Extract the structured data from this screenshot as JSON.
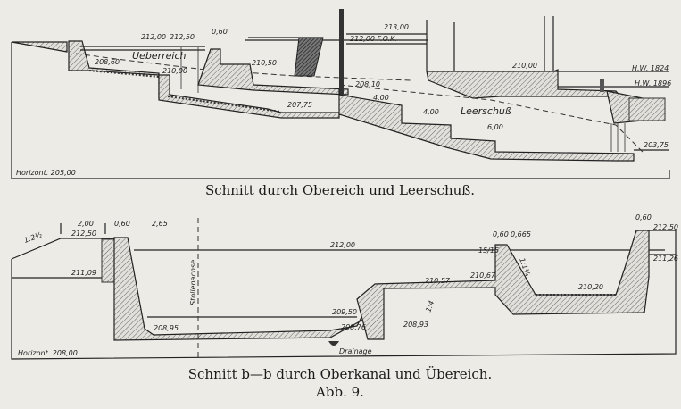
{
  "figure": {
    "number": "Abb. 9.",
    "top_section": {
      "caption": "Schnitt durch Obereich und Leerschuß.",
      "labels": {
        "ueberreich": "Ueberreich",
        "leerschuss": "Leerschuß",
        "horizont": "Horizont. 205,00",
        "elev_212_00": "212,00",
        "elev_212_50": "212,50",
        "dim_0_60": "0,60",
        "elev_208_60": "208,60",
        "elev_210_00_a": "210,00",
        "elev_210_50": "210,50",
        "elev_207_75": "207,75",
        "elev_213_00": "213,00",
        "elev_fok": "212,00 F.O.K.",
        "elev_208_10": "208,10",
        "dim_4_00_a": "4,00",
        "dim_4_00_b": "4,00",
        "dim_6_00": "6,00",
        "elev_210_00_b": "210,00",
        "hw_1824": "H.W. 1824",
        "hw_1896": "H.W. 1896",
        "elev_203_75": "203,75"
      }
    },
    "bottom_section": {
      "caption": "Schnitt b—b durch Oberkanal und Übereich.",
      "labels": {
        "slope_1_2_5": "1:2½",
        "dim_2_00": "2,00",
        "dim_0_60_a": "0,60",
        "dim_2_65": "2,65",
        "elev_212_50_a": "212,50",
        "elev_211_09": "211,09",
        "stollenachse": "Stollenachse",
        "elev_208_95": "208,95",
        "horizont": "Horizont. 208,00",
        "elev_212_00": "212,00",
        "elev_209_50": "209,50",
        "elev_208_76": "208,76",
        "drainage": "Drainage",
        "elev_208_93": "208,93",
        "slope_1_4": "1:4",
        "elev_210_57": "210,57",
        "elev_210_67": "210,67",
        "slope_15_15": "15/15",
        "dim_0_60_b": "0,60",
        "dim_0_665": "0,665",
        "slope_1_1_25": "1:1¼",
        "elev_210_20": "210,20",
        "dim_0_60_c": "0,60",
        "elev_212_50_b": "212,50",
        "elev_211_26": "211,26"
      }
    }
  }
}
